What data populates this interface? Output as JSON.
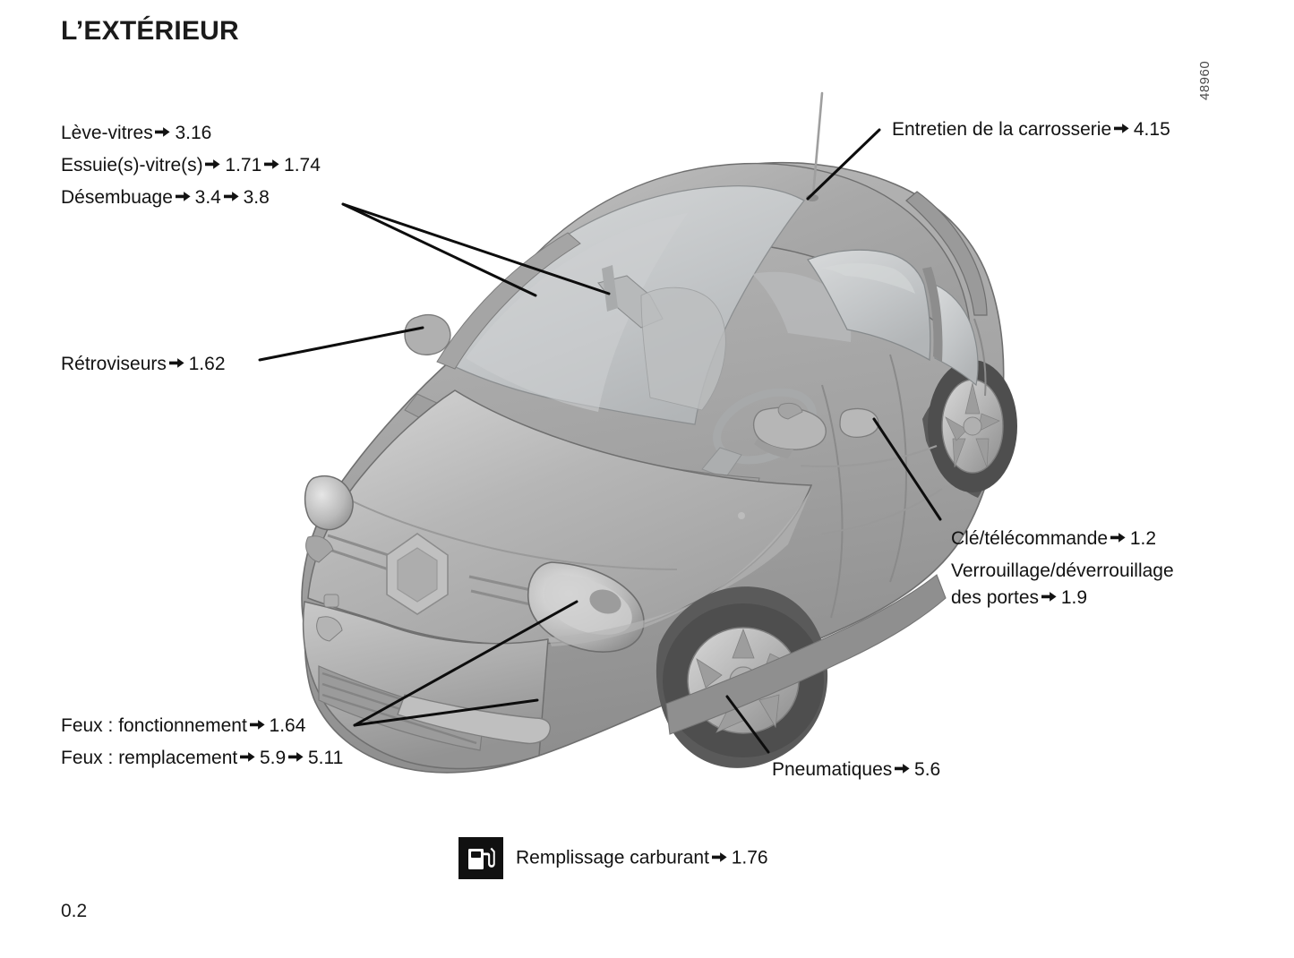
{
  "page": {
    "title": "L’EXTÉRIEUR",
    "folio": "0.2",
    "reference_number": "48960",
    "background_color": "#ffffff",
    "text_color": "#121212"
  },
  "illustration": {
    "name": "exterior-vehicle-three-quarter-view",
    "subject": "Renault Twingo five-door hatchback, front three-quarter view",
    "body_color": "#a8a8a8",
    "body_highlight_color": "#d9d9d9",
    "glass_color": "#c4c6c8",
    "tyre_color": "#4e4e4e",
    "wheel_color": "#bdbdbd",
    "outline_color": "#6d6d6d",
    "leader_line_color": "#0d0d0d"
  },
  "arrow_glyph": "rightwards-arrow",
  "callouts": [
    {
      "id": "windows",
      "name": "callout-window-lifters",
      "text": "Lève-vitres",
      "refs": [
        "3.16"
      ]
    },
    {
      "id": "wipers",
      "name": "callout-wipers",
      "text": "Essuie(s)-vitre(s)",
      "refs": [
        "1.71",
        "1.74"
      ]
    },
    {
      "id": "demist",
      "name": "callout-demisting",
      "text": "Désembuage",
      "refs": [
        "3.4",
        "3.8"
      ]
    },
    {
      "id": "mirrors",
      "name": "callout-mirrors",
      "text": "Rétroviseurs",
      "refs": [
        "1.62"
      ]
    },
    {
      "id": "lights_op",
      "name": "callout-lights-operation",
      "text": "Feux : fonctionnement",
      "refs": [
        "1.64"
      ]
    },
    {
      "id": "lights_rep",
      "name": "callout-lights-replacement",
      "text": "Feux : remplacement",
      "refs": [
        "5.9",
        "5.11"
      ]
    },
    {
      "id": "bodywork",
      "name": "callout-bodywork-care",
      "text": "Entretien de la carrosserie",
      "refs": [
        "4.15"
      ]
    },
    {
      "id": "key",
      "name": "callout-key-remote-control",
      "text": "Clé/télécommande",
      "refs": [
        "1.2"
      ]
    },
    {
      "id": "locking",
      "name": "callout-door-locking",
      "text_line1": "Verrouillage/déverrouillage",
      "text_line2": "des portes",
      "refs": [
        "1.9"
      ]
    },
    {
      "id": "tyres",
      "name": "callout-tyres",
      "text": "Pneumatiques",
      "refs": [
        "5.6"
      ]
    },
    {
      "id": "fuel",
      "name": "callout-fuel-filling",
      "text": "Remplissage carburant",
      "refs": [
        "1.76"
      ],
      "icon": "fuel-pump-icon"
    }
  ]
}
